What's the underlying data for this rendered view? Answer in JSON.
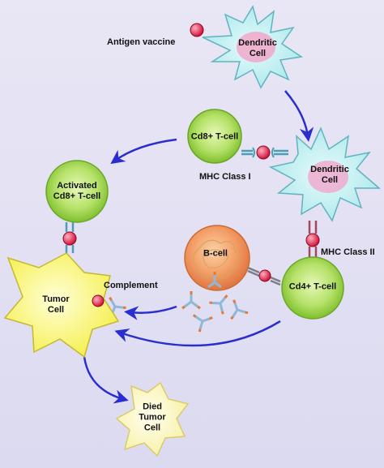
{
  "labels": {
    "antigen_vaccine": "Antigen vaccine",
    "dendritic_cell_top": [
      "Dendritic",
      "Cell"
    ],
    "dendritic_cell_mid": [
      "Dendritic",
      "Cell"
    ],
    "cd8_tcell": "Cd8+ T-cell",
    "mhc_class_1": "MHC Class I",
    "activated_cd8": [
      "Activated",
      "Cd8+ T-cell"
    ],
    "mhc_class_2": "MHC Class II",
    "b_cell": "B-cell",
    "cd4_tcell": "Cd4+ T-cell",
    "complement": "Complement",
    "tumor_cell": [
      "Tumor",
      "Cell"
    ],
    "died_tumor_cell": [
      "Died",
      "Tumor",
      "Cell"
    ]
  },
  "colors": {
    "background": "#e4e2f3",
    "dendritic_fill": "#bff0f0",
    "dendritic_nucleus": "#f2a2c8",
    "tcell_fill": "#9fd64c",
    "tcell_inner": "#cfef8a",
    "bcell_fill": "#f29a62",
    "tumor_fill": "#faf56a",
    "died_tumor_fill": "#fdf7b8",
    "antigen": "#e8204a",
    "arrow": "#2b2ecf"
  }
}
